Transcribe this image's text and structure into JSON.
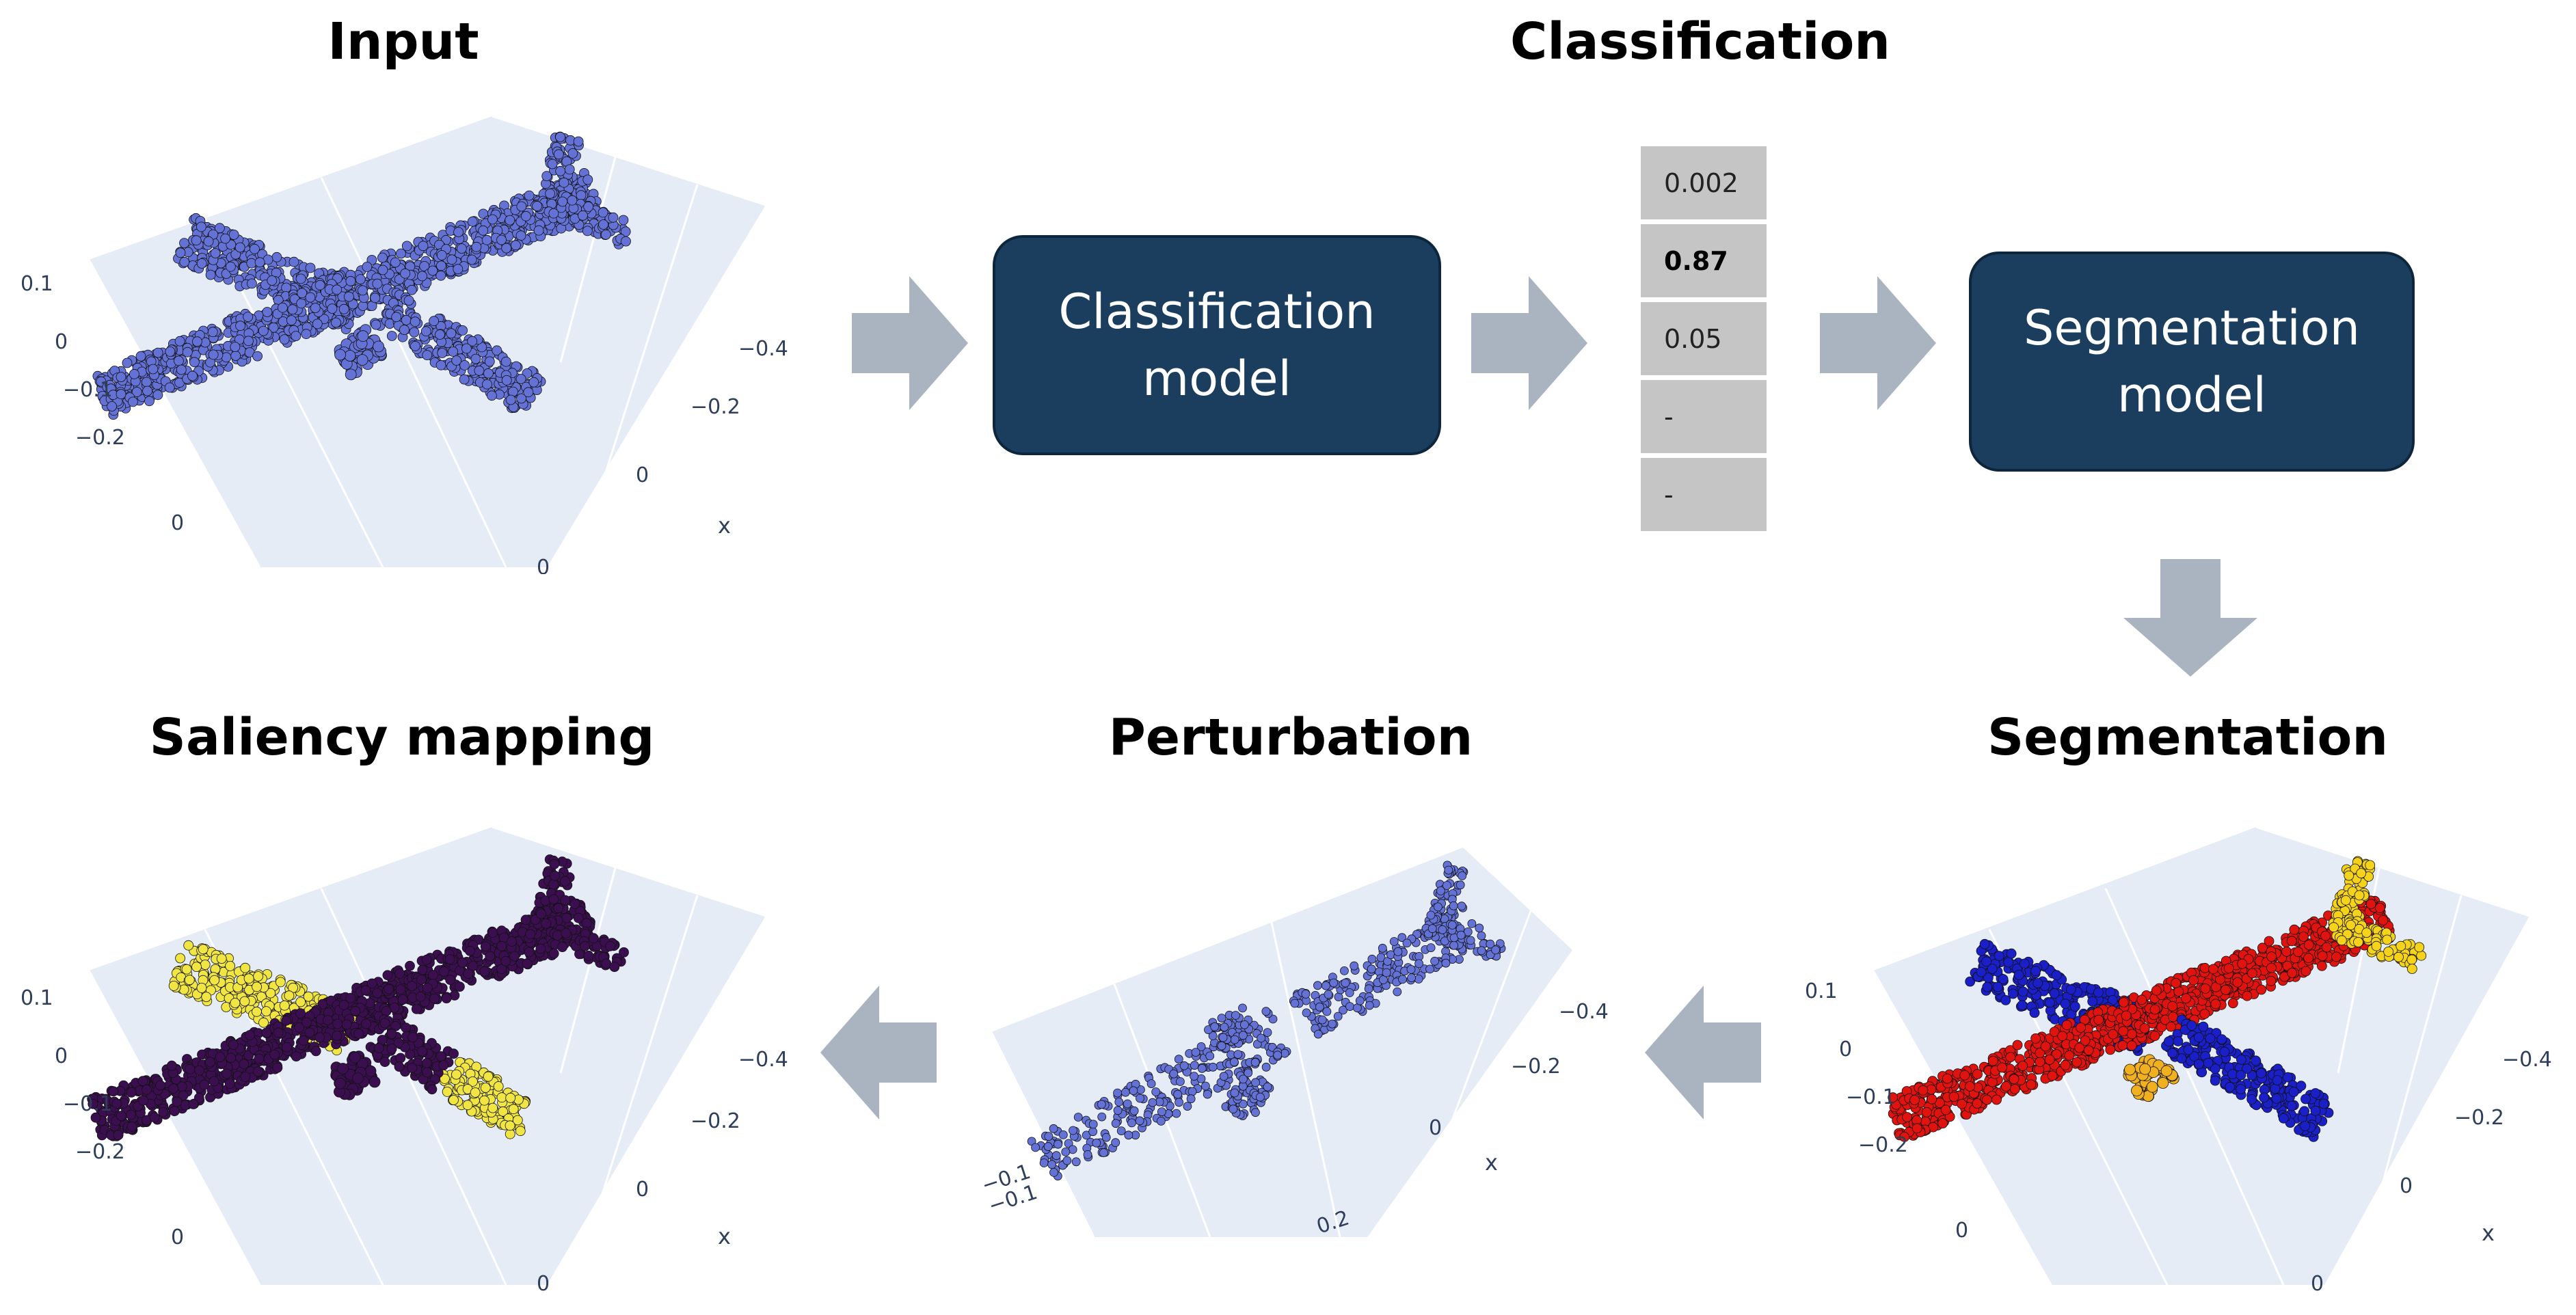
{
  "titles": {
    "input": "Input",
    "classification": "Classification",
    "segmentation": "Segmentation",
    "perturbation": "Perturbation",
    "saliency": "Saliency mapping"
  },
  "classification_model": {
    "line1": "Classification",
    "line2": "model"
  },
  "segmentation_model": {
    "line1": "Segmentation",
    "line2": "model"
  },
  "probabilities": [
    {
      "value": "0.002",
      "emphasized": false
    },
    {
      "value": "0.87",
      "emphasized": true
    },
    {
      "value": "0.05",
      "emphasized": false
    },
    {
      "value": "-",
      "emphasized": false
    },
    {
      "value": "-",
      "emphasized": false
    }
  ],
  "plots": {
    "input": {
      "z_ticks": [
        "0.1",
        "0",
        "−0.1",
        "−0.2"
      ],
      "y_ticks": [
        "0",
        "0"
      ],
      "x_ticks": [
        "−0.4",
        "−0.2",
        "0"
      ],
      "x_axis_label": "x"
    },
    "saliency": {
      "z_ticks": [
        "0.1",
        "0",
        "−0.1",
        "−0.2"
      ],
      "y_ticks": [
        "0",
        "0"
      ],
      "x_ticks": [
        "−0.4",
        "−0.2",
        "0"
      ],
      "x_axis_label": "x"
    },
    "perturbation": {
      "left_ticks": [
        "−0.1",
        "−0.1"
      ],
      "bottom_ticks": [
        "0.2"
      ],
      "x_ticks": [
        "−0.4",
        "−0.2",
        "0"
      ],
      "x_axis_label": "x"
    },
    "segmentation": {
      "z_ticks": [
        "0.1",
        "0",
        "−0.1",
        "−0.2"
      ],
      "y_ticks": [
        "0",
        "0"
      ],
      "x_ticks": [
        "−0.4",
        "−0.2",
        "0"
      ],
      "x_axis_label": "x"
    }
  },
  "colors": {
    "model_box": "#1b3e5f",
    "arrow": "#aab4c0",
    "prob_cell": "#c5c5c5",
    "plot_background": "#e5ecf6",
    "input_points": "#6472d6",
    "saliency_low": "#3b0f4f",
    "saliency_high": "#f0e542",
    "segment_body": "#e0130f",
    "segment_wings": "#1a1fc8",
    "segment_tail": "#f4d31a",
    "segment_engine": "#f0b020"
  }
}
